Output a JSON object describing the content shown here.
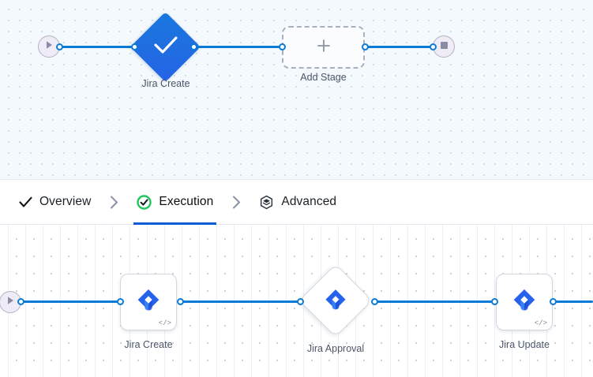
{
  "colors": {
    "edge": "#0b7ad8",
    "node_blue": "#1f6fe0",
    "jira_blue": "#2563eb",
    "active_tab_underline": "#0b5cd5",
    "execution_status_green": "#22c55e",
    "canvas_top_bg": "#f3f9fc",
    "canvas_bottom_bg": "#ffffff",
    "terminal_fill": "#efecf7",
    "label_text": "#4c5568"
  },
  "top_canvas": {
    "name": "pipeline-editor-canvas",
    "start_node": {
      "icon": "play-icon",
      "name": "pipeline-start"
    },
    "end_node": {
      "icon": "stop-square-icon",
      "name": "pipeline-end"
    },
    "stages": [
      {
        "id": "jira-create",
        "label": "Jira Create",
        "shape": "diamond",
        "icon": "check-icon",
        "state": "success"
      },
      {
        "id": "add-stage",
        "label": "Add Stage",
        "shape": "dashed-box",
        "icon": "plus-icon",
        "state": "placeholder"
      }
    ]
  },
  "tabs": {
    "name": "pipeline-tabs",
    "separator_icon": "chevron-right-icon",
    "items": [
      {
        "id": "overview",
        "label": "Overview",
        "icon": "check-icon",
        "active": false
      },
      {
        "id": "execution",
        "label": "Execution",
        "icon": "check-circle-icon",
        "active": true
      },
      {
        "id": "advanced",
        "label": "Advanced",
        "icon": "hexagon-layers-icon",
        "active": false
      }
    ]
  },
  "bottom_canvas": {
    "name": "execution-graph-canvas",
    "start_node": {
      "icon": "play-icon",
      "name": "execution-start"
    },
    "steps": [
      {
        "id": "jira-create",
        "label": "Jira Create",
        "shape": "rounded-box",
        "icon": "jira-icon",
        "badge": "</>"
      },
      {
        "id": "jira-approval",
        "label": "Jira Approval",
        "shape": "diamond",
        "icon": "jira-icon",
        "badge": ""
      },
      {
        "id": "jira-update",
        "label": "Jira Update",
        "shape": "rounded-box",
        "icon": "jira-icon",
        "badge": "</>"
      }
    ]
  }
}
